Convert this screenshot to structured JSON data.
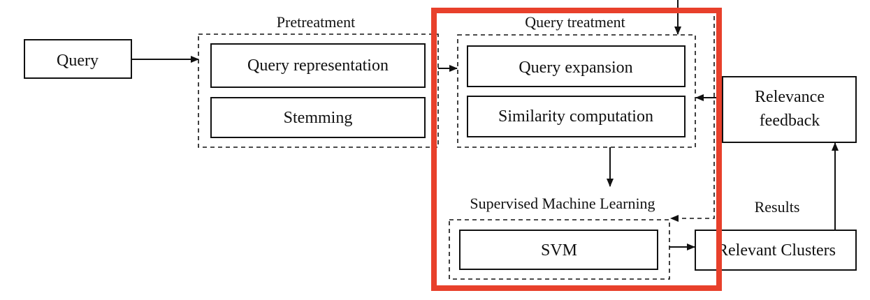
{
  "nodes": {
    "query": "Query",
    "query_representation": "Query representation",
    "stemming": "Stemming",
    "query_expansion": "Query expansion",
    "similarity_computation": "Similarity computation",
    "relevance_feedback_line1": "Relevance",
    "relevance_feedback_line2": "feedback",
    "svm": "SVM",
    "relevant_clusters": "Relevant Clusters"
  },
  "groups": {
    "pretreatment": "Pretreatment",
    "query_treatment": "Query treatment",
    "supervised_ml": "Supervised Machine Learning"
  },
  "edge_labels": {
    "results": "Results"
  },
  "colors": {
    "highlight": "#e8402b",
    "ink": "#111111"
  }
}
